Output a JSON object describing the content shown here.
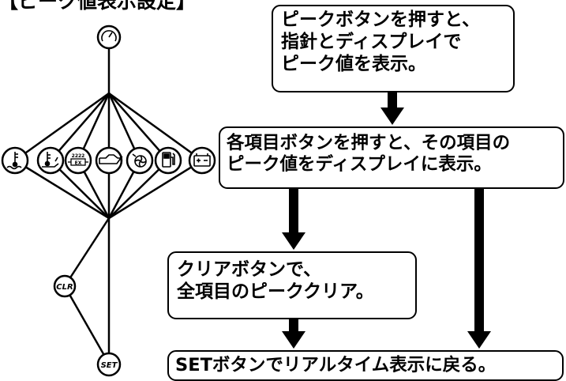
{
  "title": "【ピーク値表示設定】",
  "buttons": {
    "peak_icon": "peak-gauge-icon",
    "items": [
      "water-temp-icon",
      "oil-temp-icon",
      "exhaust-temp-icon",
      "oil-pressure-icon",
      "turbo-boost-icon",
      "fuel-icon",
      "battery-voltage-icon"
    ],
    "clr_label": "CLR",
    "set_label": "SET",
    "exhaust_icon_text": [
      "2222",
      "EX"
    ]
  },
  "steps": {
    "step1": [
      "ピークボタンを押すと、",
      "指針とディスプレイで",
      "ピーク値を表示。"
    ],
    "step2": [
      "各項目ボタンを押すと、その項目の",
      "ピーク値をディスプレイに表示。"
    ],
    "step3": [
      "クリアボタンで、",
      "全項目のピーククリア。"
    ],
    "step4": [
      "SETボタンでリアルタイム表示に戻る。"
    ]
  }
}
